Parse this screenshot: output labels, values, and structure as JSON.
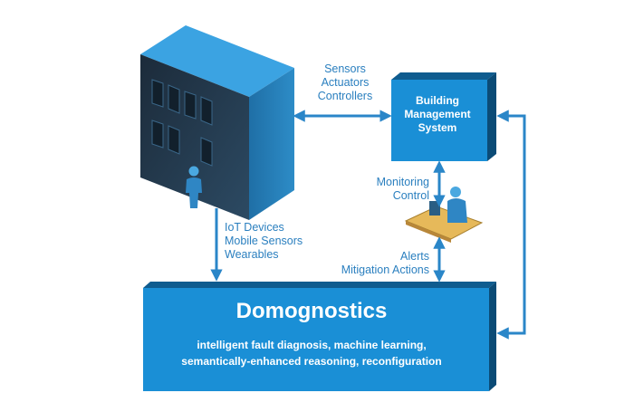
{
  "diagram": {
    "sensors_labels": [
      "Sensors",
      "Actuators",
      "Controllers"
    ],
    "bms_label": [
      "Building",
      "Management",
      "System"
    ],
    "monitoring_labels": [
      "Monitoring",
      "Control"
    ],
    "iot_labels": [
      "IoT Devices",
      "Mobile Sensors",
      "Wearables"
    ],
    "alerts_labels": [
      "Alerts",
      "Mitigation Actions"
    ],
    "domognostics_title": "Domognostics",
    "domognostics_subtitle": [
      "intelligent fault diagnosis, machine learning,",
      "semantically-enhanced reasoning, reconfiguration"
    ],
    "colors": {
      "primary_blue": "#1a8fd6",
      "dark_blue": "#0f5c8f",
      "arrow_blue": "#2a86c8",
      "label_text": "#2a7fbf"
    }
  }
}
